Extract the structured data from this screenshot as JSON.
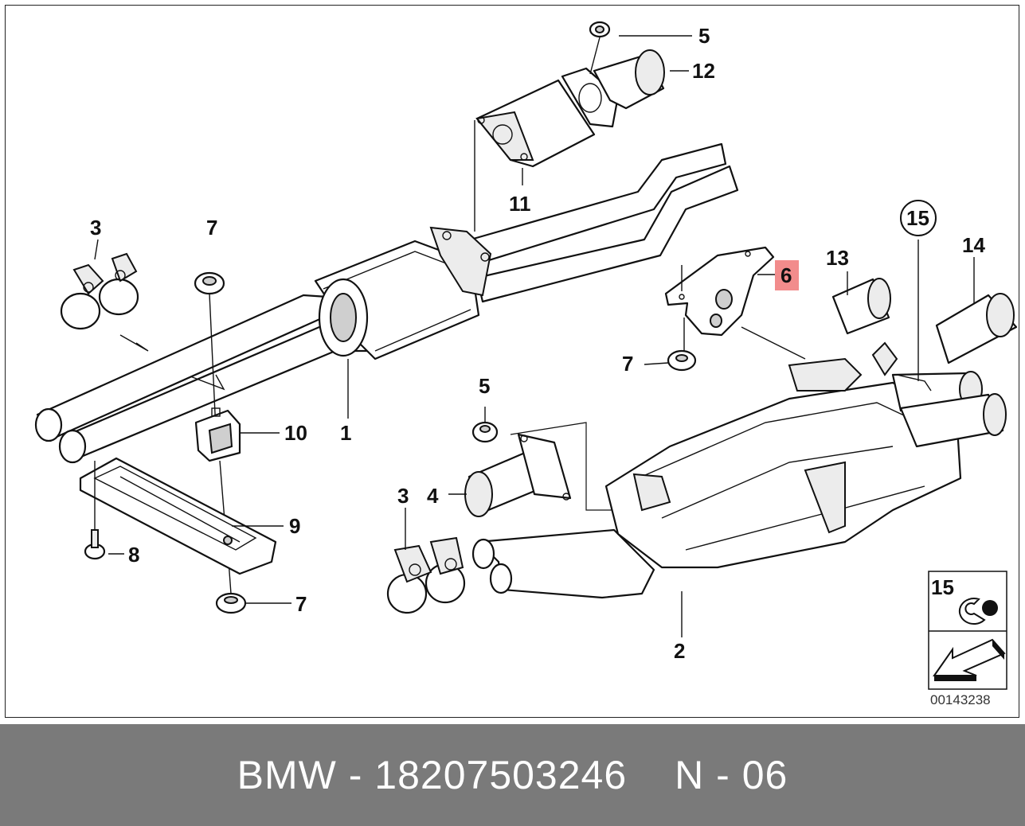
{
  "callouts": {
    "c1": "1",
    "c2": "2",
    "c3a": "3",
    "c3b": "3",
    "c4": "4",
    "c5a": "5",
    "c5b": "5",
    "c6": "6",
    "c7a": "7",
    "c7b": "7",
    "c7c": "7",
    "c8": "8",
    "c9": "9",
    "c10": "10",
    "c11": "11",
    "c12": "12",
    "c13": "13",
    "c14": "14",
    "c15": "15",
    "c15_legend": "15"
  },
  "highlight_color": "#f28c8c",
  "diagram_code": "00143238",
  "footer": {
    "brand_part": "BMW - 18207503246",
    "position": "N - 06"
  }
}
